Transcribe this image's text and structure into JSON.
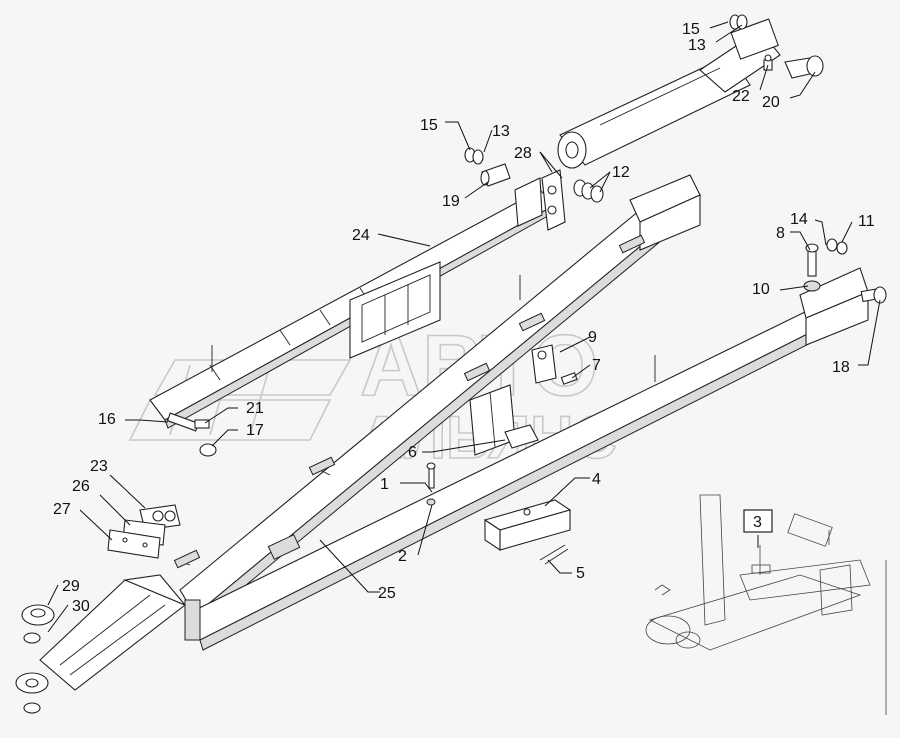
{
  "watermark": {
    "line1": "АВТО",
    "line2": "АЛЬЯНС"
  },
  "callouts": [
    {
      "id": "c15a",
      "text": "15"
    },
    {
      "id": "c13a",
      "text": "13"
    },
    {
      "id": "c22",
      "text": "22"
    },
    {
      "id": "c20",
      "text": "20"
    },
    {
      "id": "c15b",
      "text": "15"
    },
    {
      "id": "c13b",
      "text": "13"
    },
    {
      "id": "c28",
      "text": "28"
    },
    {
      "id": "c12",
      "text": "12"
    },
    {
      "id": "c19",
      "text": "19"
    },
    {
      "id": "c24",
      "text": "24"
    },
    {
      "id": "c14",
      "text": "14"
    },
    {
      "id": "c11",
      "text": "11"
    },
    {
      "id": "c8",
      "text": "8"
    },
    {
      "id": "c10",
      "text": "10"
    },
    {
      "id": "c9",
      "text": "9"
    },
    {
      "id": "c7",
      "text": "7"
    },
    {
      "id": "c18",
      "text": "18"
    },
    {
      "id": "c16",
      "text": "16"
    },
    {
      "id": "c21",
      "text": "21"
    },
    {
      "id": "c17",
      "text": "17"
    },
    {
      "id": "c6",
      "text": "6"
    },
    {
      "id": "c23",
      "text": "23"
    },
    {
      "id": "c26",
      "text": "26"
    },
    {
      "id": "c27",
      "text": "27"
    },
    {
      "id": "c1",
      "text": "1"
    },
    {
      "id": "c4",
      "text": "4"
    },
    {
      "id": "c2",
      "text": "2"
    },
    {
      "id": "c5",
      "text": "5"
    },
    {
      "id": "c25",
      "text": "25"
    },
    {
      "id": "c29",
      "text": "29"
    },
    {
      "id": "c30",
      "text": "30"
    },
    {
      "id": "c3",
      "text": "3"
    }
  ]
}
